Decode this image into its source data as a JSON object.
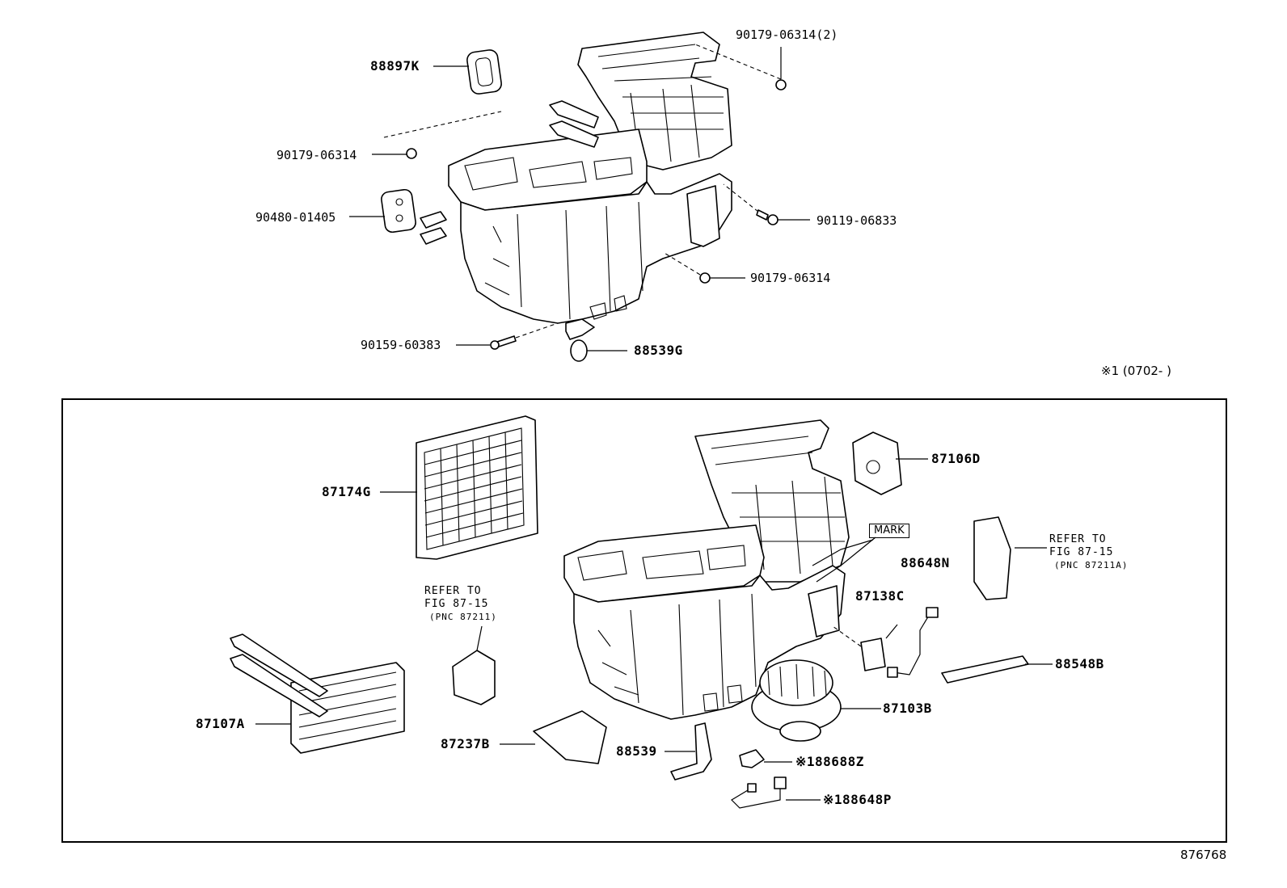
{
  "diagram": {
    "revision_note": "※1 (0702-     )",
    "footer_code": "876768",
    "mark_label": "MARK",
    "refer_left": {
      "line1": "REFER TO",
      "line2": "FIG 87-15",
      "line3": "(PNC 87211)"
    },
    "refer_right": {
      "line1": "REFER TO",
      "line2": "FIG 87-15",
      "line3": "(PNC 87211A)"
    },
    "top_parts": [
      {
        "id": "88897K",
        "label": "88897K"
      },
      {
        "id": "90179-06314-2",
        "label": "90179-06314(2)"
      },
      {
        "id": "90179-06314-a",
        "label": "90179-06314"
      },
      {
        "id": "90480-01405",
        "label": "90480-01405"
      },
      {
        "id": "90119-06833",
        "label": "90119-06833"
      },
      {
        "id": "90179-06314-b",
        "label": "90179-06314"
      },
      {
        "id": "90159-60383",
        "label": "90159-60383"
      },
      {
        "id": "88539G",
        "label": "88539G"
      }
    ],
    "bottom_parts": [
      {
        "id": "87106D",
        "label": "87106D"
      },
      {
        "id": "87174G",
        "label": "87174G"
      },
      {
        "id": "88648N",
        "label": "88648N"
      },
      {
        "id": "87138C",
        "label": "87138C"
      },
      {
        "id": "88548B",
        "label": "88548B"
      },
      {
        "id": "87103B",
        "label": "87103B"
      },
      {
        "id": "87107A",
        "label": "87107A"
      },
      {
        "id": "87237B",
        "label": "87237B"
      },
      {
        "id": "88539",
        "label": "88539"
      },
      {
        "id": "188688Z",
        "label": "※188688Z"
      },
      {
        "id": "188648P",
        "label": "※188648P"
      }
    ]
  }
}
